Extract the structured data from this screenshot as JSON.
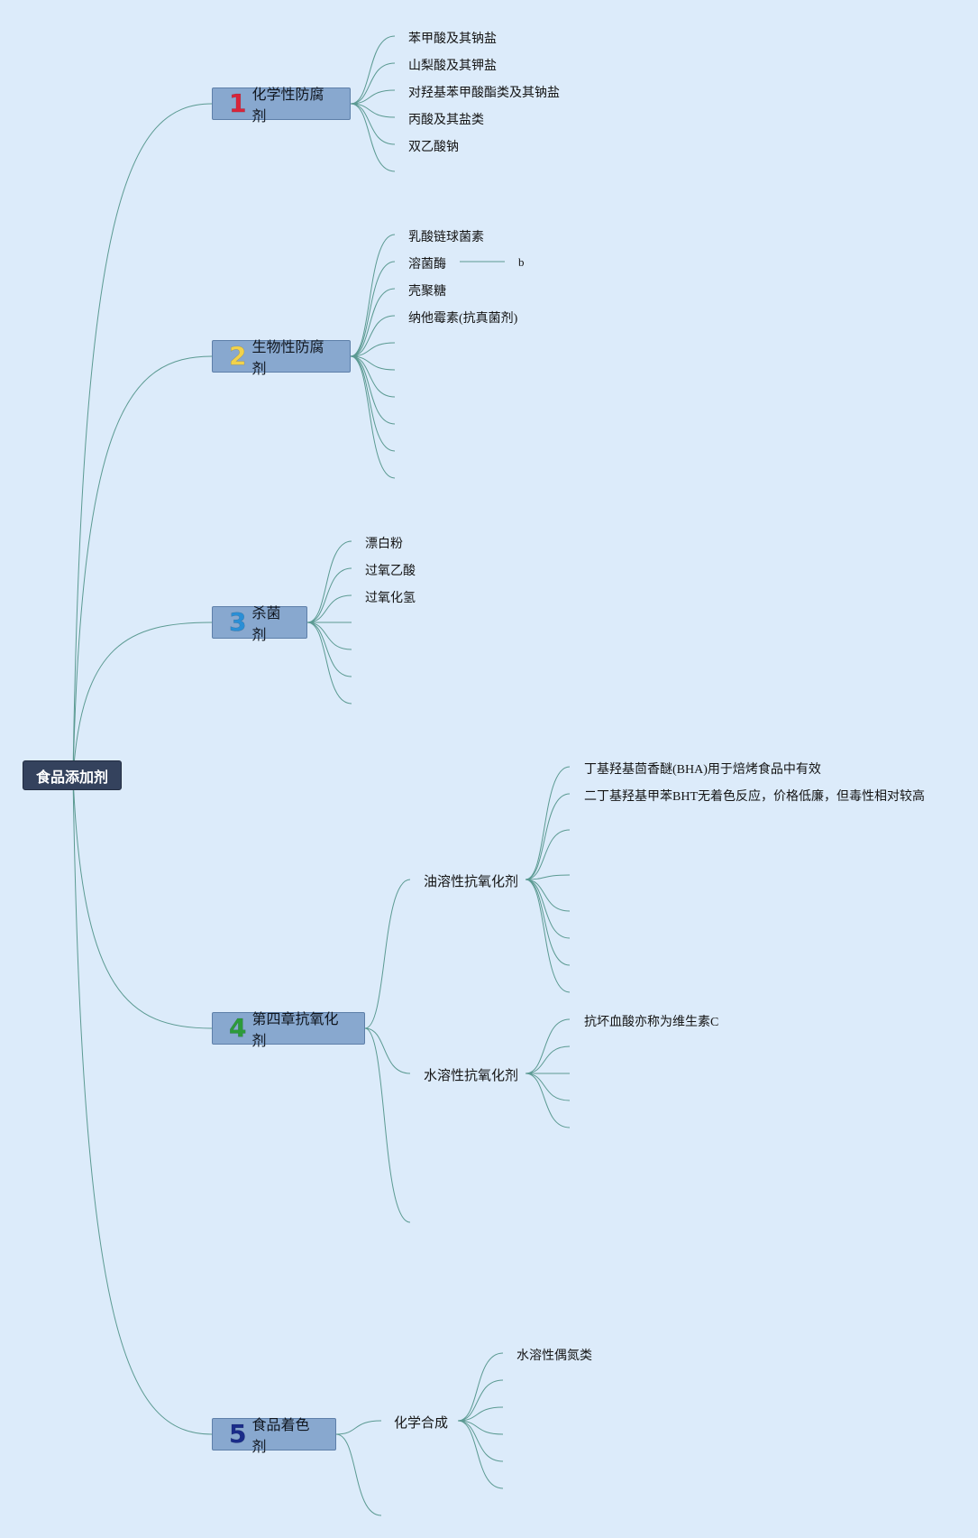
{
  "root": {
    "label": "食品添加剂"
  },
  "topics": [
    {
      "num": "1",
      "label": "化学性防腐剂",
      "color": "#d8243a",
      "leaves": [
        "苯甲酸及其钠盐",
        "山梨酸及其钾盐",
        "对羟基苯甲酸酯类及其钠盐",
        "丙酸及其盐类",
        "双乙酸钠"
      ]
    },
    {
      "num": "2",
      "label": "生物性防腐剂",
      "color": "#f2d24b",
      "leaves": [
        "乳酸链球菌素",
        "溶菌酶",
        "壳聚糖",
        "纳他霉素(抗真菌剂)"
      ],
      "leaf_child": "b"
    },
    {
      "num": "3",
      "label": "杀菌剂",
      "color": "#2a8fd6",
      "leaves": [
        "漂白粉",
        "过氧乙酸",
        "过氧化氢"
      ]
    },
    {
      "num": "4",
      "label": "第四章抗氧化剂",
      "color": "#2d9b3a",
      "subs": [
        {
          "label": "油溶性抗氧化剂",
          "leaves": [
            "丁基羟基茴香醚(BHA)用于焙烤食品中有效",
            "二丁基羟基甲苯BHT无着色反应，价格低廉，但毒性相对较高"
          ]
        },
        {
          "label": "水溶性抗氧化剂",
          "leaves": [
            "抗坏血酸亦称为维生素C"
          ]
        }
      ]
    },
    {
      "num": "5",
      "label": "食品着色剂",
      "color": "#1a2c8a",
      "subs": [
        {
          "label": "化学合成",
          "leaves": [
            "水溶性偶氮类"
          ]
        }
      ]
    }
  ],
  "colors": {
    "background": "#dcebfa",
    "link": "#5b9a92",
    "root": "#34425d",
    "topic": "#88a8cf"
  }
}
